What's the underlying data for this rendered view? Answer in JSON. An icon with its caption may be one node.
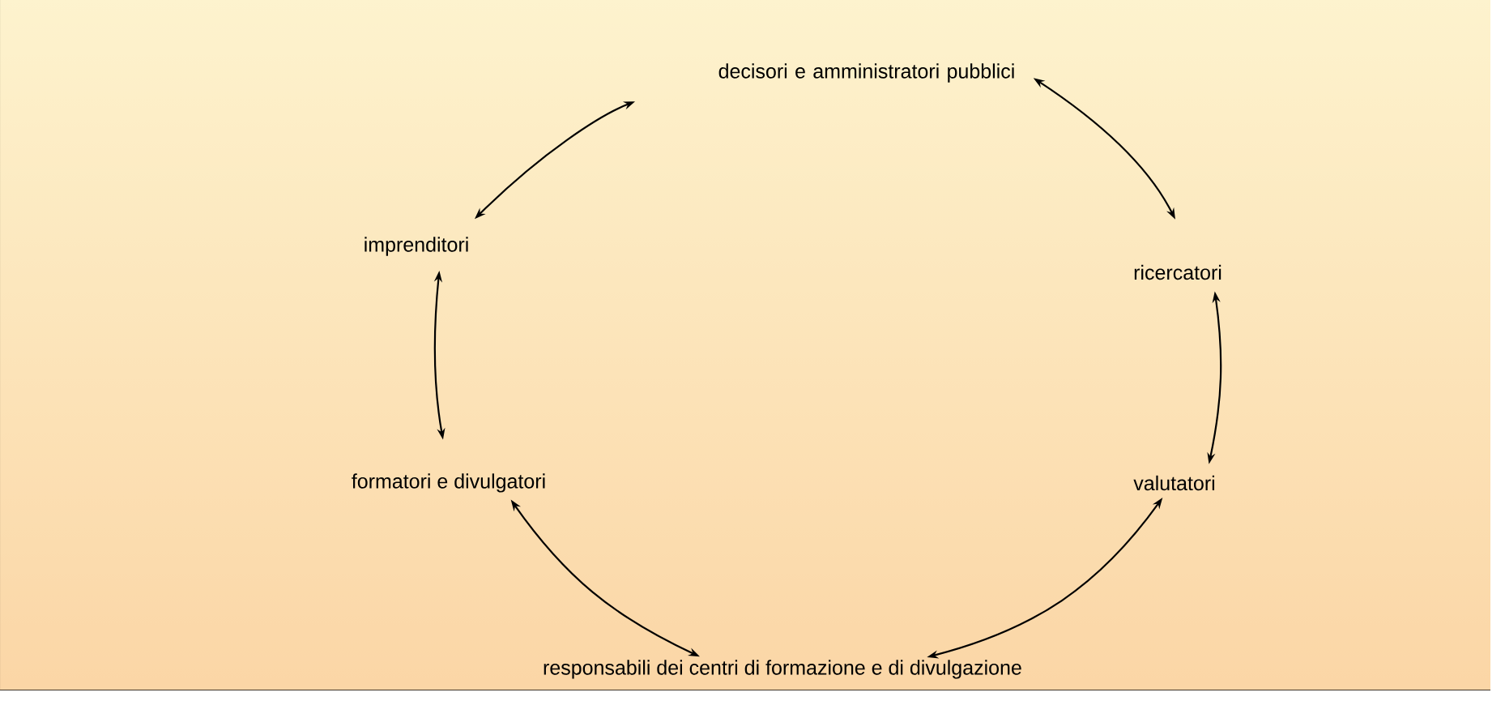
{
  "diagram": {
    "nodes": [
      {
        "text": [
          "decisori e amministratori pubblici"
        ]
      },
      {
        "text": [
          "ricercatori"
        ]
      },
      {
        "text": [
          "valutatori"
        ]
      },
      {
        "text": [
          "responsabili dei centri di formazione e di divulgazione"
        ]
      },
      {
        "text": [
          "formatori e divulgatori"
        ]
      },
      {
        "text": [
          "imprenditori"
        ]
      }
    ],
    "edges": [
      {
        "from": 0,
        "to": 1,
        "arrow": "both"
      },
      {
        "from": 1,
        "to": 2,
        "arrow": "both"
      },
      {
        "from": 2,
        "to": 3,
        "arrow": "both"
      },
      {
        "from": 3,
        "to": 4,
        "arrow": "both"
      },
      {
        "from": 4,
        "to": 5,
        "arrow": "both"
      },
      {
        "from": 5,
        "to": 0,
        "arrow": "both"
      }
    ]
  }
}
